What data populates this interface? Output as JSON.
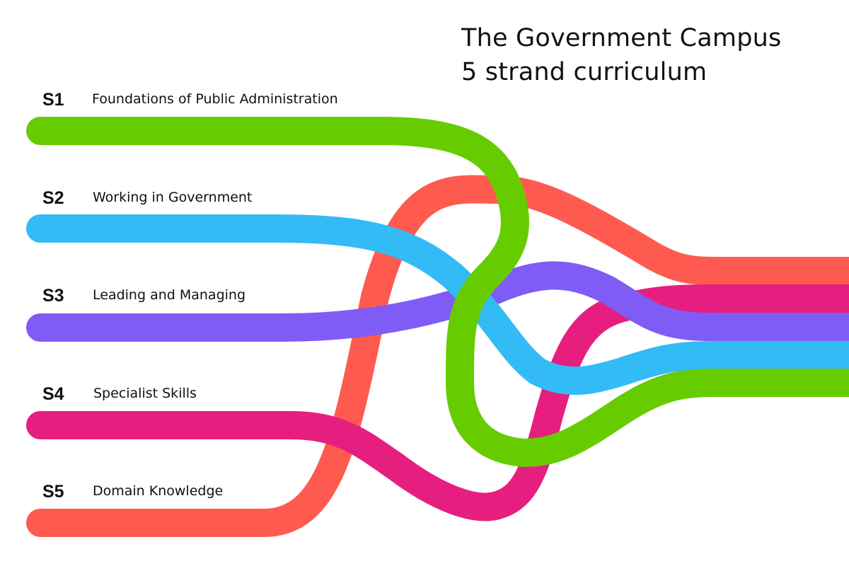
{
  "title": {
    "line1": "The Government Campus",
    "line2": "5 strand curriculum"
  },
  "strands": [
    {
      "code": "S1",
      "name": "Foundations of Public Administration",
      "color": "#66cc00"
    },
    {
      "code": "S2",
      "name": "Working in Government",
      "color": "#33bbf5"
    },
    {
      "code": "S3",
      "name": "Leading and Managing",
      "color": "#7e5cf5"
    },
    {
      "code": "S4",
      "name": "Specialist Skills",
      "color": "#e61e7f"
    },
    {
      "code": "S5",
      "name": "Domain Knowledge",
      "color": "#ff5a4f"
    }
  ]
}
